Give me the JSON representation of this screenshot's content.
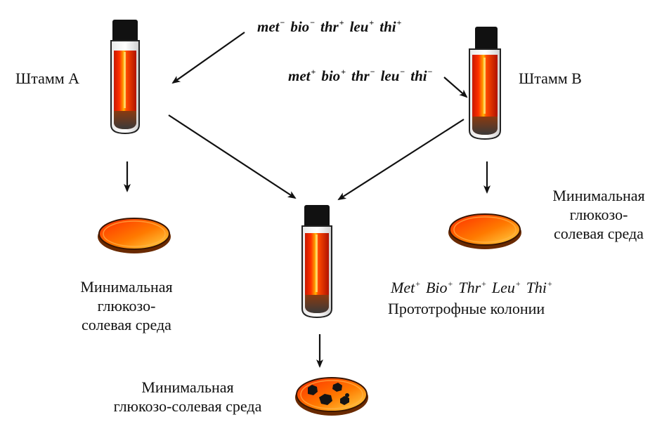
{
  "labels": {
    "strain_a": "Штамм А",
    "strain_b": "Штамм В",
    "medium_left": [
      "Минимальная",
      "глюкозо-",
      "солевая среда"
    ],
    "medium_right": [
      "Минимальная",
      "глюкозо-",
      "солевая среда"
    ],
    "medium_bottom": [
      "Минимальная",
      "глюкозо-солевая среда"
    ],
    "prototroph_colonies": "Прототрофные колонии"
  },
  "genotypes": {
    "strain_a": [
      {
        "gene": "met",
        "sign": "−"
      },
      {
        "gene": "bio",
        "sign": "−"
      },
      {
        "gene": "thr",
        "sign": "+"
      },
      {
        "gene": "leu",
        "sign": "+"
      },
      {
        "gene": "thi",
        "sign": "+"
      }
    ],
    "strain_b": [
      {
        "gene": "met",
        "sign": "+"
      },
      {
        "gene": "bio",
        "sign": "+"
      },
      {
        "gene": "thr",
        "sign": "−"
      },
      {
        "gene": "leu",
        "sign": "−"
      },
      {
        "gene": "thi",
        "sign": "−"
      }
    ],
    "prototroph": [
      {
        "gene": "Met",
        "sign": "+"
      },
      {
        "gene": "Bio",
        "sign": "+"
      },
      {
        "gene": "Thr",
        "sign": "+"
      },
      {
        "gene": "Leu",
        "sign": "+"
      },
      {
        "gene": "Thi",
        "sign": "+"
      }
    ]
  },
  "colors": {
    "culture_medium": "#ff3a00",
    "culture_highlight": "#ffd200",
    "tube_cap": "#111111",
    "sediment": "#555555",
    "plate_rim": "#6a2a00",
    "colony": "#141414",
    "arrow": "#111111"
  },
  "icons": {
    "tube": "test-tube-icon",
    "plate": "petri-dish-icon",
    "colony": "colony-icon"
  }
}
